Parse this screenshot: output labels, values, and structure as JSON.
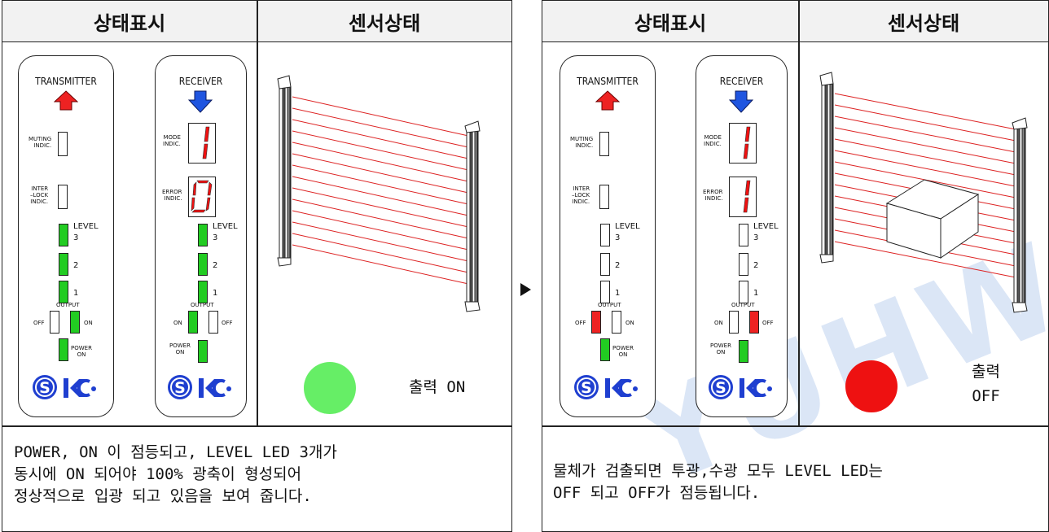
{
  "watermark": "YUHWANG",
  "left": {
    "header_status": "상태표시",
    "header_sensor": "센서상태",
    "caption_lines": [
      "POWER, ON 이 점등되고, LEVEL LED 3개가",
      "동시에 ON 되어야 100% 광축이 형성되어",
      "정상적으로 입광 되고 있음을 보여 줍니다."
    ],
    "output_label": "출력 ON",
    "output_color": "#66ee66",
    "transmitter": {
      "title": "TRANSMITTER",
      "level": "LEVEL",
      "output": "OUTPUT",
      "off": "OFF",
      "on": "ON",
      "power": "POWER\nON",
      "muting": "MUTING\nINDIC.",
      "interlock": "INTER\n–LOCK\nINDIC.",
      "lv3": "3",
      "lv2": "2",
      "lv1": "1"
    },
    "receiver": {
      "title": "RECEIVER",
      "mode": "MODE\nINDIC.",
      "error": "ERROR\nINDIC.",
      "mode_digit": "1",
      "error_digit": "0",
      "level": "LEVEL",
      "output": "OUTPUT",
      "on": "ON",
      "off": "OFF",
      "power": "POWER\nON",
      "lv3": "3",
      "lv2": "2",
      "lv1": "1"
    }
  },
  "right": {
    "header_status": "상태표시",
    "header_sensor": "센서상태",
    "caption_lines": [
      "물체가 검출되면 투광,수광 모두 LEVEL LED는",
      "OFF 되고 OFF가 점등됩니다."
    ],
    "output_label_lines": [
      "출력",
      "OFF"
    ],
    "output_color": "#ee1111",
    "transmitter": {
      "title": "TRANSMITTER",
      "level": "LEVEL",
      "output": "OUTPUT",
      "off": "OFF",
      "on": "ON",
      "power": "POWER\nON",
      "muting": "MUTING\nINDIC.",
      "interlock": "INTER\n–LOCK\nINDIC.",
      "lv3": "3",
      "lv2": "2",
      "lv1": "1"
    },
    "receiver": {
      "title": "RECEIVER",
      "mode": "MODE\nINDIC.",
      "error": "ERROR\nINDIC.",
      "mode_digit": "1",
      "error_digit": "1",
      "level": "LEVEL",
      "output": "OUTPUT",
      "on": "ON",
      "off": "OFF",
      "power": "POWER\nON",
      "lv3": "3",
      "lv2": "2",
      "lv1": "1"
    }
  },
  "colors": {
    "led_green": "#22cc22",
    "led_red": "#ee2222",
    "beam": "#dd2222",
    "arrow_tx": "#ee2222",
    "arrow_rx": "#1f55e0",
    "seg_on": "#ee1111"
  }
}
